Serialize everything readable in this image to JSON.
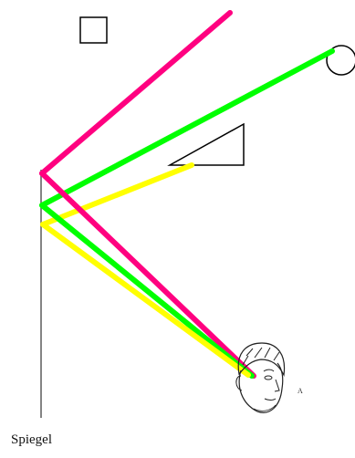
{
  "labels": {
    "mirror": "Spiegel",
    "observer_mark": "A"
  },
  "colors": {
    "ray_square": "#ff0080",
    "ray_circle": "#00ff00",
    "ray_triangle": "#ffff00",
    "outline": "#000000",
    "mirror": "#666666"
  },
  "objects": [
    "square",
    "circle",
    "triangle",
    "mirror",
    "observer-face"
  ]
}
